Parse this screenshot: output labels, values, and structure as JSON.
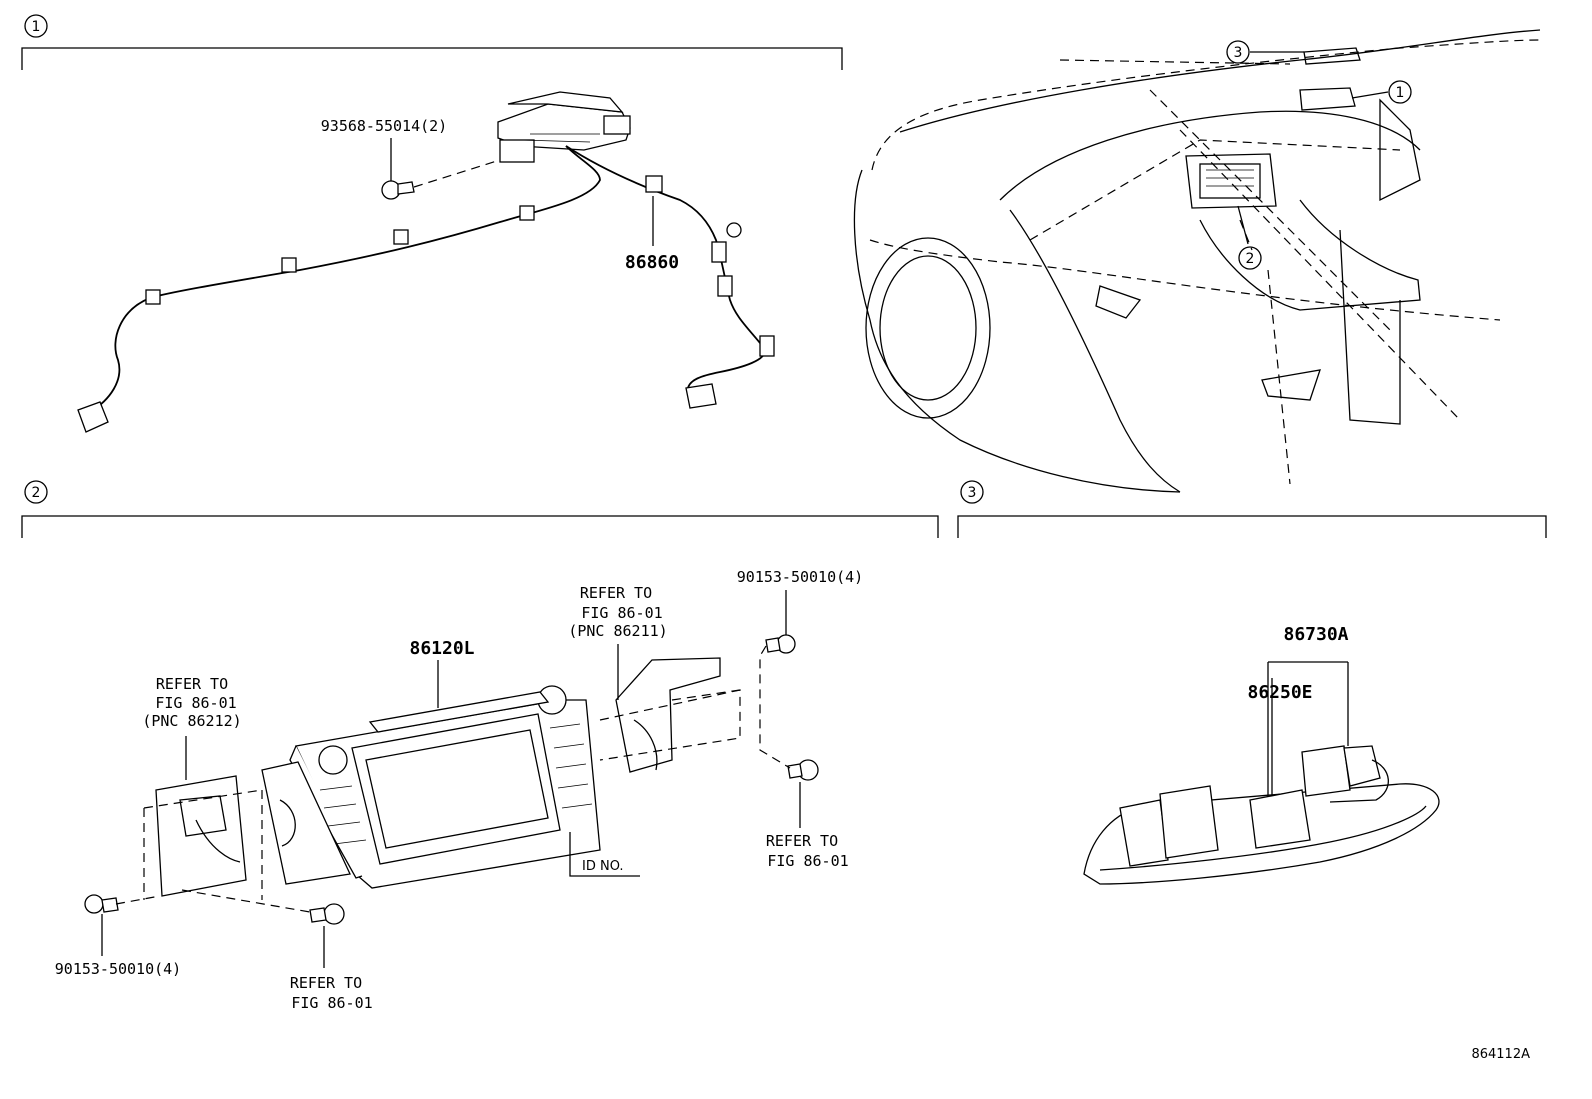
{
  "sections": [
    {
      "id": "1",
      "label": "1"
    },
    {
      "id": "2",
      "label": "2"
    },
    {
      "id": "3",
      "label": "3"
    }
  ],
  "overview_callouts": [
    "3",
    "1",
    "2"
  ],
  "part_labels": {
    "clip_93568": "93568-55014(2)",
    "antenna_86860": "86860",
    "display_86120L": "86120L",
    "bolt_90153_top": "90153-50010(4)",
    "bolt_90153_bottom": "90153-50010(4)",
    "module_86730A": "86730A",
    "module_86250E": "86250E"
  },
  "references": {
    "top_line1": "REFER TO",
    "top_line2": "FIG 86-01",
    "top_line3": "(PNC 86211)",
    "left_line1": "REFER TO",
    "left_line2": "FIG 86-01",
    "left_line3": "(PNC 86212)",
    "right_line1": "REFER TO",
    "right_line2": "FIG 86-01",
    "bottom_line1": "REFER TO",
    "bottom_line2": "FIG 86-01"
  },
  "id_no_label": "ID NO.",
  "figure_id": "864112A"
}
